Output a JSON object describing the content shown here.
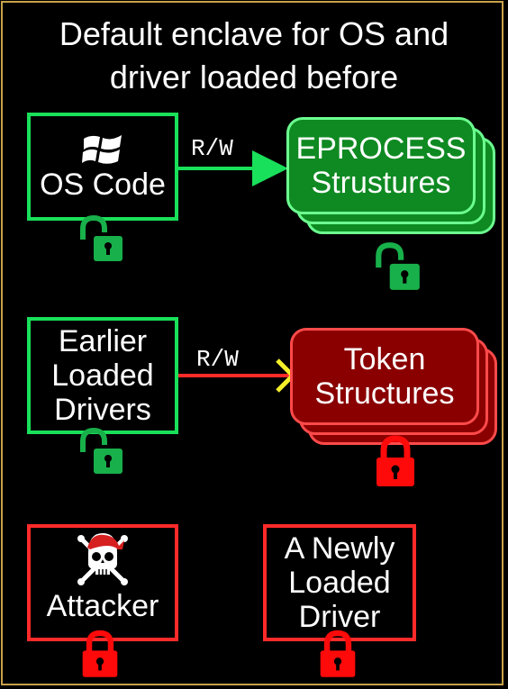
{
  "title": "Default enclave for OS and\ndriver loaded before",
  "nodes": {
    "os_code": "OS Code",
    "eprocess": "EPROCESS\nStrustures",
    "earlier_drivers": "Earlier\nLoaded\nDrivers",
    "token": "Token\nStructures",
    "attacker": "Attacker",
    "new_driver": "A Newly\nLoaded\nDriver"
  },
  "edges": {
    "rw_top": "R/W",
    "rw_middle": "R/W"
  },
  "icons": [
    "windows-logo-icon",
    "pirate-skull-icon",
    "unlocked-padlock-icon",
    "locked-padlock-icon",
    "blocked-x-icon"
  ],
  "colors": {
    "green": "#19e05a",
    "red": "#ff2a2a",
    "green_fill": "#0f8a22",
    "red_fill": "#8a0000",
    "cross": "#f4ef2a"
  }
}
